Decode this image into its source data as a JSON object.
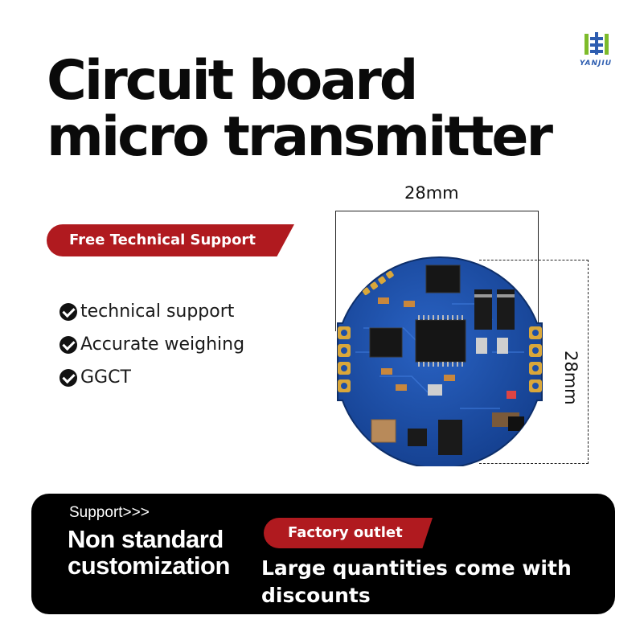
{
  "brand": {
    "logo_text": "YANJIU",
    "logo_color": "#2d5db0",
    "logo_accent": "#7dbb2a"
  },
  "title": {
    "line1": "Circuit board",
    "line2": "micro transmitter"
  },
  "badge": {
    "label": "Free Technical Support",
    "color": "#b01a1f"
  },
  "features": [
    {
      "icon": "check-circle-icon",
      "label": "technical support"
    },
    {
      "icon": "check-circle-icon",
      "label": "Accurate weighing"
    },
    {
      "icon": "check-circle-icon",
      "label": "GGCT"
    }
  ],
  "product": {
    "width_label": "28mm",
    "height_label": "28mm",
    "pcb_color": "#1d4fa8"
  },
  "bottom": {
    "support_label": "Support>>>",
    "support_line1": "Non standard",
    "support_line2": "customization",
    "tab_label": "Factory outlet",
    "discount_line1": "Large quantities come with",
    "discount_line2": "discounts"
  }
}
